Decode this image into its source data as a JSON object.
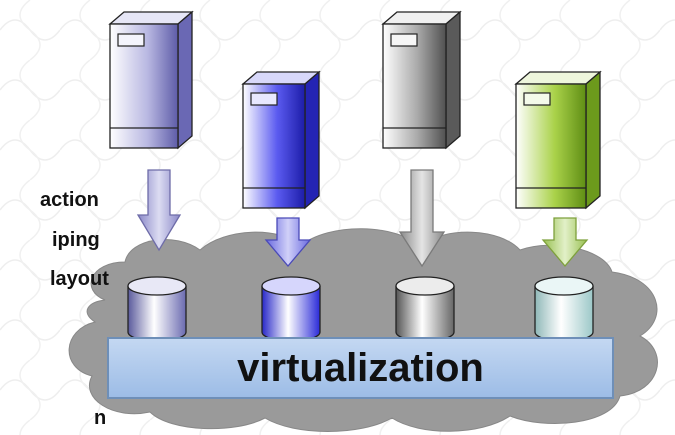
{
  "side_text": {
    "line1": "action",
    "line2": "iping",
    "line3": "layout",
    "line4": "n"
  },
  "virtualization_label": "virtualization",
  "colors": {
    "server_light_purple": "#a7a5d8",
    "server_blue": "#4848ee",
    "server_gray": "#9a9a9a",
    "server_green": "#9cc83a",
    "cloud": "#9a9a9a",
    "virt_box": "#a9c6ea"
  },
  "servers": [
    {
      "name": "server-light-purple",
      "disk": "disk-light-purple"
    },
    {
      "name": "server-blue",
      "disk": "disk-blue"
    },
    {
      "name": "server-gray",
      "disk": "disk-gray"
    },
    {
      "name": "server-green",
      "disk": "disk-light-cyan"
    }
  ]
}
